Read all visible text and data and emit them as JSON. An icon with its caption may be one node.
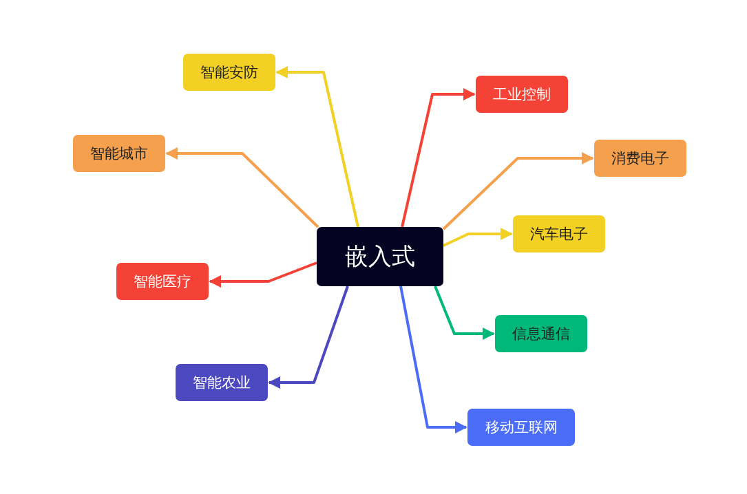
{
  "diagram": {
    "nodes": [
      {
        "text": [
          "嵌入式"
        ]
      },
      {
        "text": [
          "智能安防"
        ]
      },
      {
        "text": [
          "工业控制"
        ]
      },
      {
        "text": [
          "智能城市"
        ]
      },
      {
        "text": [
          "消费电子"
        ]
      },
      {
        "text": [
          "汽车电子"
        ]
      },
      {
        "text": [
          "智能医疗"
        ]
      },
      {
        "text": [
          "信息通信"
        ]
      },
      {
        "text": [
          "智能农业"
        ]
      },
      {
        "text": [
          "移动互联网"
        ]
      }
    ],
    "edges": [
      {
        "from": 0,
        "to": 1,
        "arrow": "to",
        "color": "#f2d024"
      },
      {
        "from": 0,
        "to": 2,
        "arrow": "to",
        "color": "#f44336"
      },
      {
        "from": 0,
        "to": 3,
        "arrow": "to",
        "color": "#f5a04c"
      },
      {
        "from": 0,
        "to": 4,
        "arrow": "to",
        "color": "#f5a04c"
      },
      {
        "from": 0,
        "to": 5,
        "arrow": "to",
        "color": "#f2d024"
      },
      {
        "from": 0,
        "to": 6,
        "arrow": "to",
        "color": "#f44336"
      },
      {
        "from": 0,
        "to": 7,
        "arrow": "to",
        "color": "#00b87a"
      },
      {
        "from": 0,
        "to": 8,
        "arrow": "to",
        "color": "#4b48c0"
      },
      {
        "from": 0,
        "to": 9,
        "arrow": "to",
        "color": "#4a6cf7"
      }
    ]
  }
}
